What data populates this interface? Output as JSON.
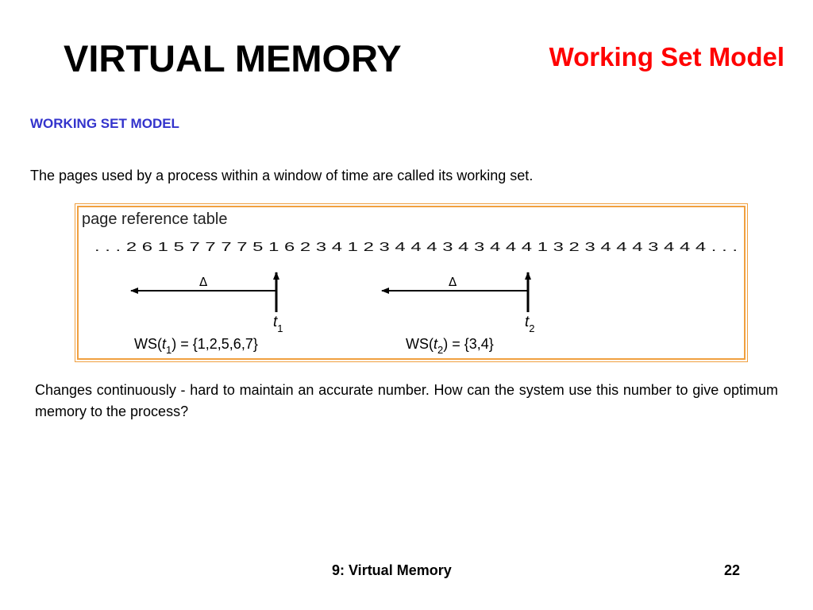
{
  "slide": {
    "title": "VIRTUAL MEMORY",
    "subtitle": "Working Set Model",
    "section_heading": "WORKING SET MODEL",
    "intro": "The pages used by a process within a window of time are called its working set.",
    "body": "Changes continuously - hard to maintain an accurate number. How can the system use this number to give optimum memory to the process?"
  },
  "figure": {
    "caption": "page reference table",
    "sequence": ". . . 2 6 1 5 7 7 7 7 5 1 6 2 3 4 1 2 3 4 4 4 3 4 3 4 4 4 1 3 2 3 4 4 4 3 4 4 4 . . .",
    "window_1": {
      "delta_label": "Δ",
      "time_label": "t",
      "time_subscript": "1",
      "ws_prefix": "WS(",
      "ws_t": "t",
      "ws_sub": "1",
      "ws_suffix": ") = {1,2,5,6,7}"
    },
    "window_2": {
      "delta_label": "Δ",
      "time_label": "t",
      "time_subscript": "2",
      "ws_prefix": "WS(",
      "ws_t": "t",
      "ws_sub": "2",
      "ws_suffix": ") = {3,4}"
    }
  },
  "footer": {
    "chapter": "9: Virtual Memory",
    "page_number": "22"
  }
}
